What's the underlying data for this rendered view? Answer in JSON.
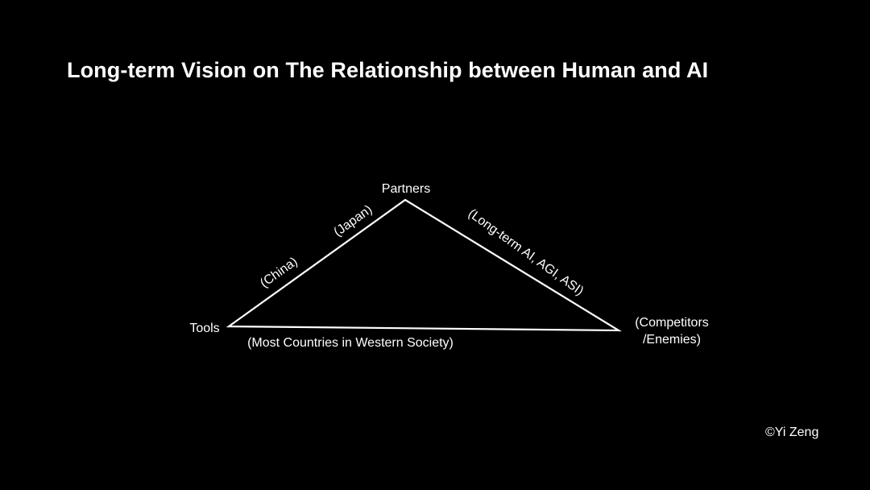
{
  "title": "Long-term Vision on The Relationship between Human and AI",
  "nodes": {
    "top": "Partners",
    "left": "Tools",
    "right_line1": "(Competitors",
    "right_line2": "/Enemies)"
  },
  "edge_labels": {
    "left_lower": "(China)",
    "left_upper": "(Japan)",
    "right": "(Long-term AI, AGI, ASI)",
    "bottom": "(Most Countries in Western Society)"
  },
  "copyright": "©Yi Zeng",
  "colors": {
    "background": "#000000",
    "foreground": "#ffffff"
  }
}
